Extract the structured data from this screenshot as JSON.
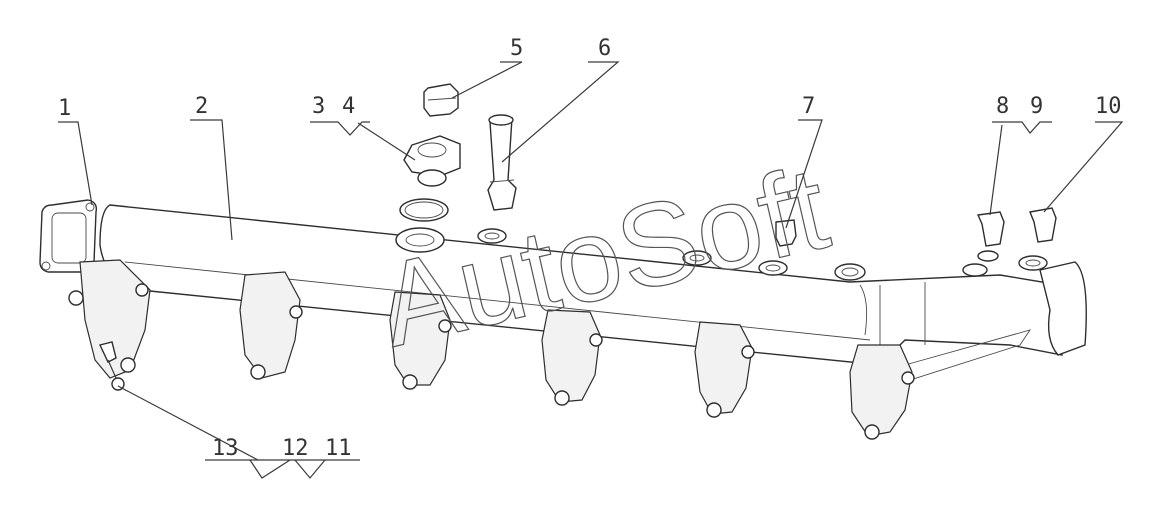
{
  "labels": {
    "l1": "1",
    "l2": "2",
    "l3": "3",
    "l4": "4",
    "l5": "5",
    "l6": "6",
    "l7": "7",
    "l8": "8",
    "l9": "9",
    "l10": "10",
    "l11": "11",
    "l12": "12",
    "l13": "13"
  },
  "watermark": "AutoSoft"
}
